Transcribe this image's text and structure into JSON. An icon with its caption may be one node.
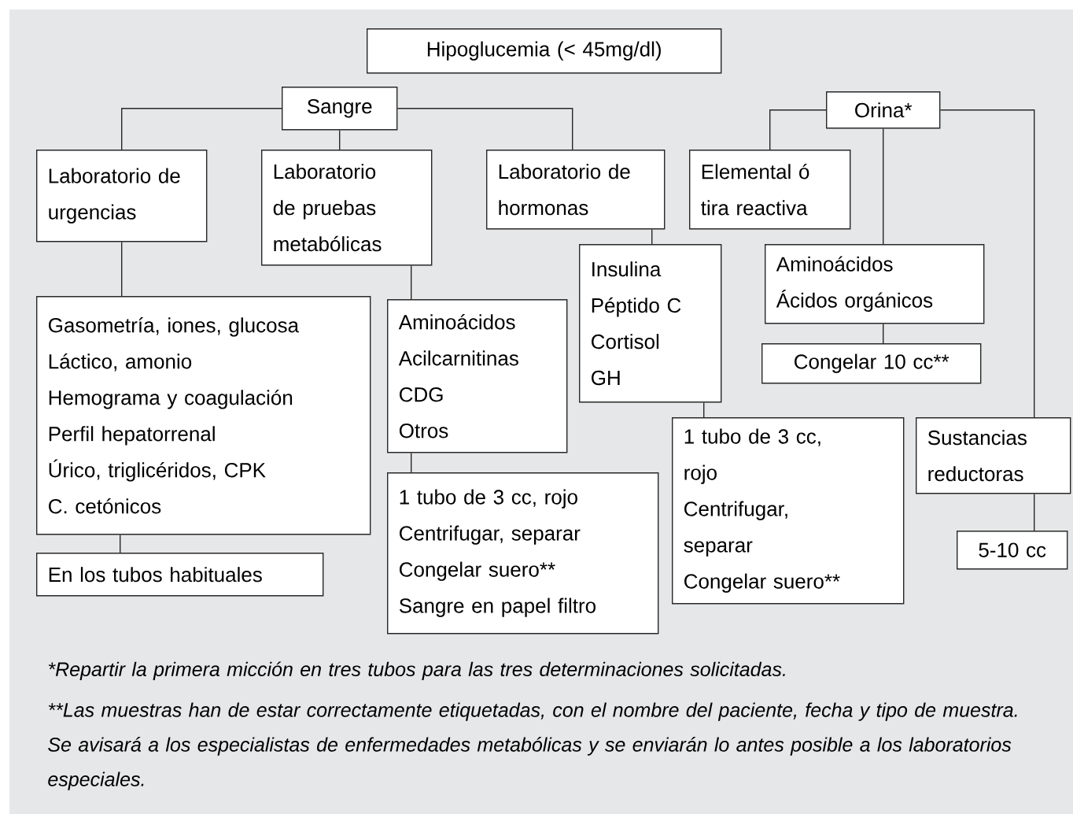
{
  "diagram": {
    "nodes": [
      {
        "text": [
          "Hipoglucemia (< 45mg/dl)"
        ]
      },
      {
        "text": [
          "Sangre"
        ]
      },
      {
        "text": [
          "Laboratorio de urgencias"
        ]
      },
      {
        "text": [
          "Laboratorio de pruebas metabólicas"
        ]
      },
      {
        "text": [
          "Laboratorio de hormonas"
        ]
      },
      {
        "text": [
          "Orina*"
        ]
      },
      {
        "text": [
          "Elemental ó tira reactiva"
        ]
      },
      {
        "text": [
          "Aminoácidos",
          "Ácidos orgánicos"
        ]
      },
      {
        "text": [
          "Congelar 10 cc**"
        ]
      },
      {
        "text": [
          "Sustancias reductoras"
        ]
      },
      {
        "text": [
          "5-10 cc"
        ]
      },
      {
        "text": [
          "Gasometría, iones, glucosa",
          "Láctico, amonio",
          "Hemograma y coagulación",
          "Perfil hepatorrenal",
          "Úrico, triglicéridos, CPK",
          "C. cetónicos"
        ]
      },
      {
        "text": [
          "En los tubos habituales"
        ]
      },
      {
        "text": [
          "Aminoácidos",
          "Acilcarnitinas",
          "CDG",
          "Otros"
        ]
      },
      {
        "text": [
          "1 tubo de 3 cc, rojo",
          "Centrifugar, separar",
          "Congelar suero**",
          "Sangre en papel filtro"
        ]
      },
      {
        "text": [
          "Insulina",
          "Péptido C",
          "Cortisol",
          "GH"
        ]
      },
      {
        "text": [
          "1 tubo de 3 cc, rojo",
          "Centrifugar, separar",
          "Congelar suero**"
        ]
      }
    ],
    "edges": [
      {
        "from": 1,
        "to": 2,
        "arrow": "none"
      },
      {
        "from": 1,
        "to": 3,
        "arrow": "none"
      },
      {
        "from": 1,
        "to": 4,
        "arrow": "none"
      },
      {
        "from": 2,
        "to": 11,
        "arrow": "none"
      },
      {
        "from": 11,
        "to": 12,
        "arrow": "none"
      },
      {
        "from": 3,
        "to": 13,
        "arrow": "none"
      },
      {
        "from": 13,
        "to": 14,
        "arrow": "none"
      },
      {
        "from": 4,
        "to": 15,
        "arrow": "none"
      },
      {
        "from": 15,
        "to": 16,
        "arrow": "none"
      },
      {
        "from": 5,
        "to": 6,
        "arrow": "none"
      },
      {
        "from": 5,
        "to": 7,
        "arrow": "none"
      },
      {
        "from": 5,
        "to": 9,
        "arrow": "none"
      },
      {
        "from": 7,
        "to": 8,
        "arrow": "none"
      },
      {
        "from": 9,
        "to": 10,
        "arrow": "none"
      }
    ],
    "labels": [
      "*Repartir la primera micción en tres tubos para las tres determinaciones solicitadas.",
      "**Las muestras han de estar correctamente etiquetadas, con el nombre del paciente, fecha y tipo de muestra. Se avisará a los especialistas de enfermedades metabólicas y se enviarán lo antes posible a los laboratorios especiales."
    ]
  }
}
